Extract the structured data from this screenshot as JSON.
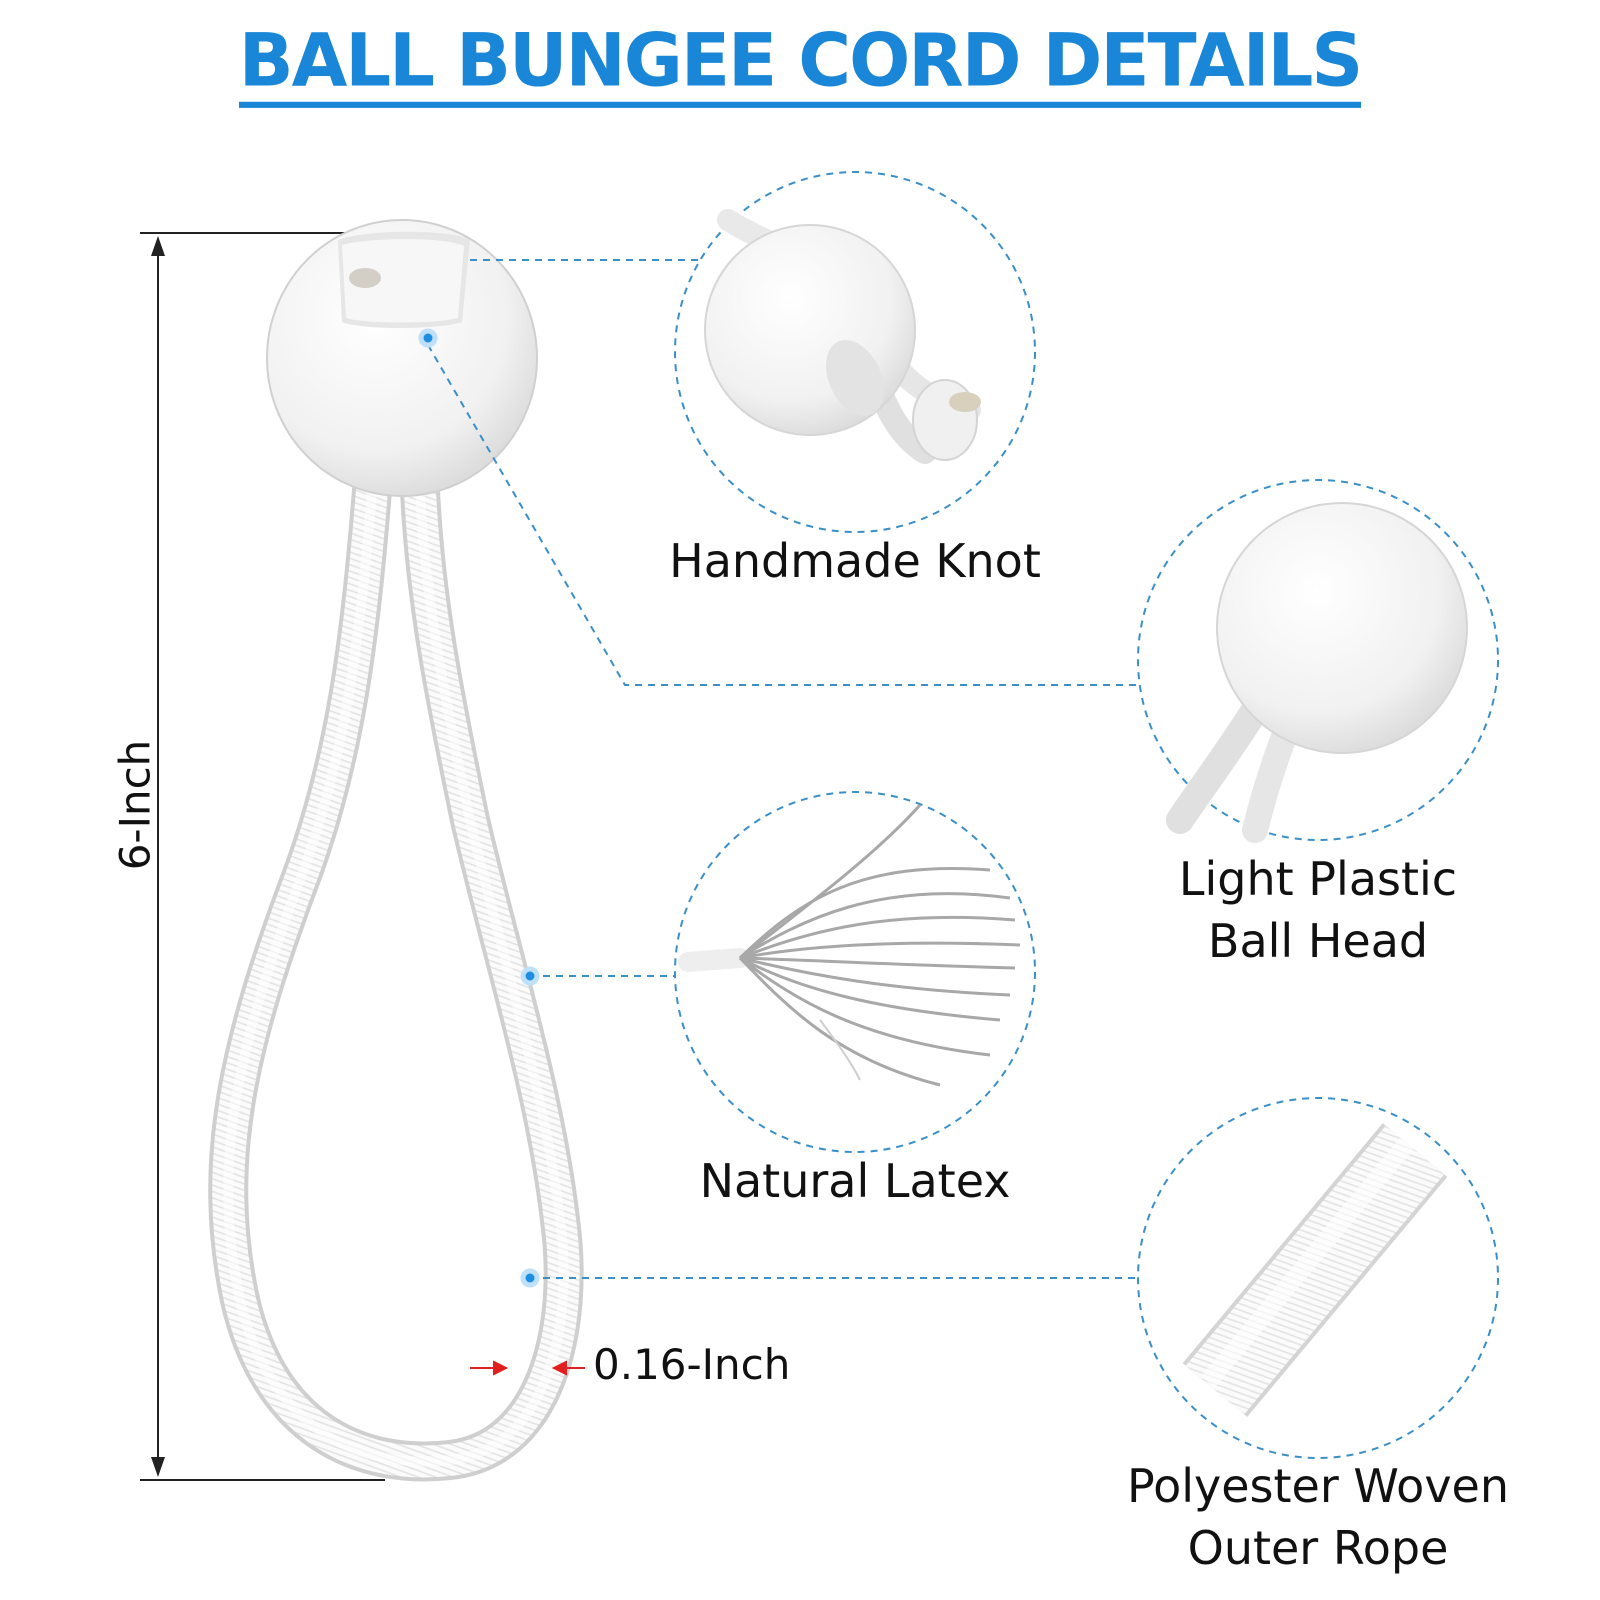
{
  "title": "BALL BUNGEE CORD DETAILS",
  "dimensions": {
    "length": "6-Inch",
    "thickness": "0.16-Inch"
  },
  "callouts": [
    {
      "line1": "Handmade Knot",
      "line2": ""
    },
    {
      "line1": "Light Plastic",
      "line2": "Ball Head"
    },
    {
      "line1": "Natural Latex",
      "line2": ""
    },
    {
      "line1": "Polyester Woven",
      "line2": "Outer Rope"
    }
  ],
  "colors": {
    "accent": "#1a86d8",
    "dashed_line": "#3a8fc9",
    "arrow": "#e02020",
    "text": "#111111"
  }
}
